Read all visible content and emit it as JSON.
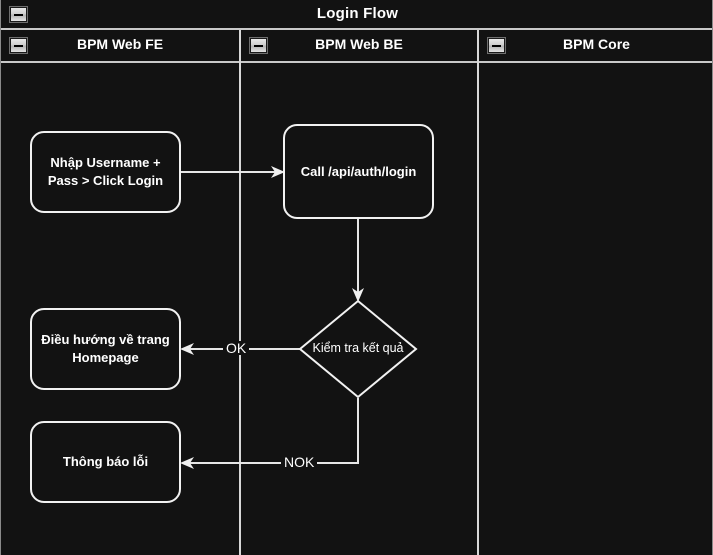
{
  "diagram": {
    "title": "Login Flow",
    "collapse_icon": "minus-collapse-icon",
    "lanes": [
      {
        "id": "fe",
        "label": "BPM Web FE"
      },
      {
        "id": "be",
        "label": "BPM Web BE"
      },
      {
        "id": "core",
        "label": "BPM Core"
      }
    ],
    "nodes": [
      {
        "id": "n1",
        "lane": "fe",
        "type": "task",
        "label": "Nhập Username +\nPass > Click Login"
      },
      {
        "id": "n2",
        "lane": "be",
        "type": "task",
        "label": "Call /api/auth/login"
      },
      {
        "id": "n3",
        "lane": "be",
        "type": "decision",
        "label": "Kiểm tra kết quả"
      },
      {
        "id": "n4",
        "lane": "fe",
        "type": "task",
        "label": "Điều hướng về trang\nHomepage"
      },
      {
        "id": "n5",
        "lane": "fe",
        "type": "task",
        "label": "Thông báo lỗi"
      }
    ],
    "edges": [
      {
        "from": "n1",
        "to": "n2",
        "label": ""
      },
      {
        "from": "n2",
        "to": "n3",
        "label": ""
      },
      {
        "from": "n3",
        "to": "n4",
        "label": "OK"
      },
      {
        "from": "n3",
        "to": "n5",
        "label": "NOK"
      }
    ],
    "labels": {
      "ok": "OK",
      "nok": "NOK"
    },
    "colors": {
      "background": "#121212",
      "stroke": "#f2f2f2",
      "text": "#ffffff",
      "divider": "#d8d8d8"
    }
  }
}
